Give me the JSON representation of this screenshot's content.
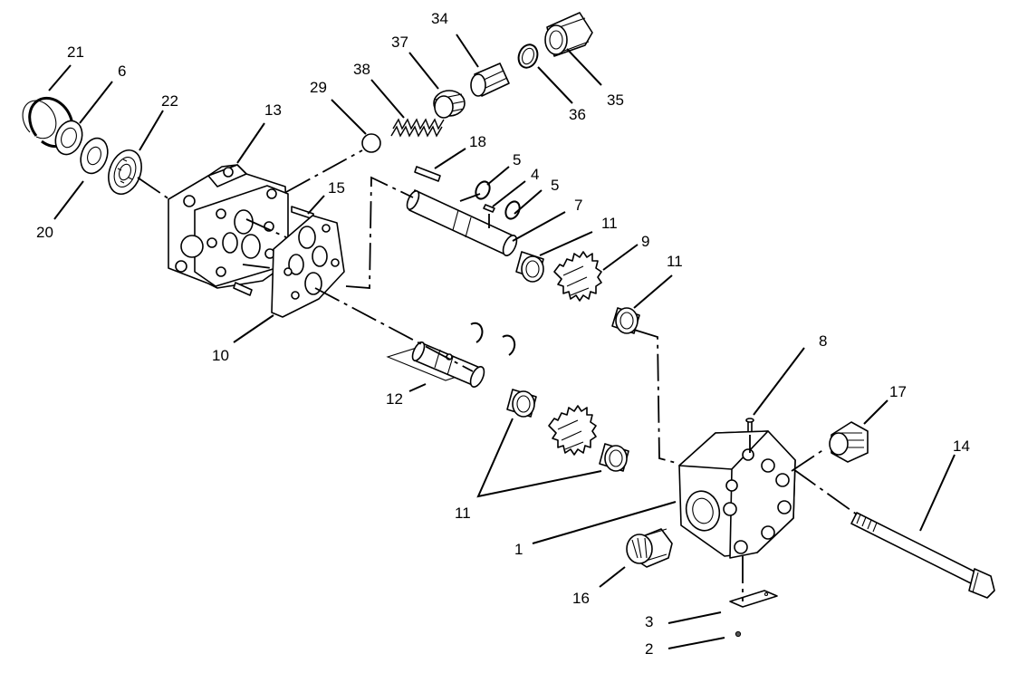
{
  "diagram": {
    "callouts": [
      {
        "id": "c21",
        "text": "21"
      },
      {
        "id": "c6",
        "text": "6"
      },
      {
        "id": "c22",
        "text": "22"
      },
      {
        "id": "c13",
        "text": "13"
      },
      {
        "id": "c29",
        "text": "29"
      },
      {
        "id": "c38",
        "text": "38"
      },
      {
        "id": "c37",
        "text": "37"
      },
      {
        "id": "c34",
        "text": "34"
      },
      {
        "id": "c36",
        "text": "36"
      },
      {
        "id": "c35",
        "text": "35"
      },
      {
        "id": "c18",
        "text": "18"
      },
      {
        "id": "c5a",
        "text": "5"
      },
      {
        "id": "c4",
        "text": "4"
      },
      {
        "id": "c5b",
        "text": "5"
      },
      {
        "id": "c7",
        "text": "7"
      },
      {
        "id": "c15",
        "text": "15"
      },
      {
        "id": "c20",
        "text": "20"
      },
      {
        "id": "c11a",
        "text": "11"
      },
      {
        "id": "c9",
        "text": "9"
      },
      {
        "id": "c11b",
        "text": "11"
      },
      {
        "id": "c10",
        "text": "10"
      },
      {
        "id": "c12",
        "text": "12"
      },
      {
        "id": "c8",
        "text": "8"
      },
      {
        "id": "c17",
        "text": "17"
      },
      {
        "id": "c14",
        "text": "14"
      },
      {
        "id": "c11c",
        "text": "11"
      },
      {
        "id": "c1",
        "text": "1"
      },
      {
        "id": "c16",
        "text": "16"
      },
      {
        "id": "c3",
        "text": "3"
      },
      {
        "id": "c2",
        "text": "2"
      }
    ]
  }
}
